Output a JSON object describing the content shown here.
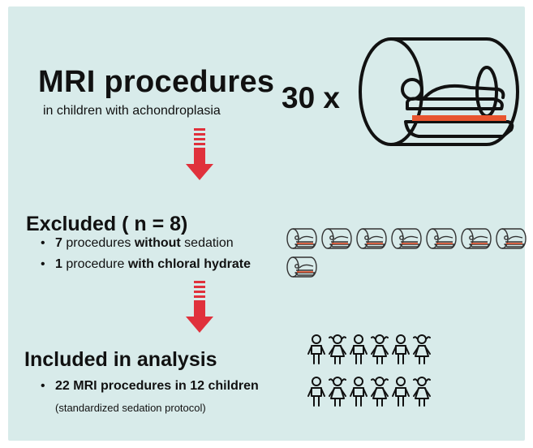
{
  "colors": {
    "panel": "#d8ebea",
    "arrow": "#e0313c",
    "accent": "#e8552f",
    "ink": "#111111"
  },
  "header": {
    "title": "MRI procedures",
    "subtitle": "in children with achondroplasia",
    "count": "30 x"
  },
  "excluded": {
    "heading": "Excluded ( n = 8)",
    "items": [
      {
        "num": "7",
        "text_before": " procedures ",
        "bold": "without",
        "text_after": " sedation"
      },
      {
        "num": "1",
        "text_before": " procedure ",
        "bold": "with chloral hydrate",
        "text_after": ""
      }
    ]
  },
  "included": {
    "heading": "Included in analysis",
    "item": "22 MRI procedures in 12 children",
    "note": "(standardized sedation protocol)"
  },
  "icons": {
    "large": "mri-scanner-icon",
    "small": "mri-scanner-icon",
    "people": "child-icon"
  }
}
